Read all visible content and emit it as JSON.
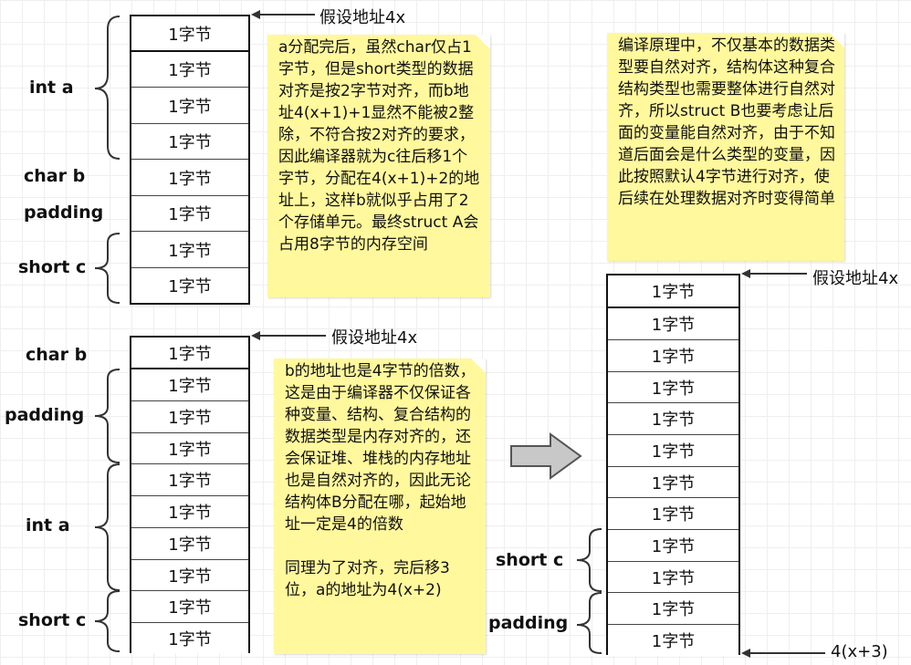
{
  "cell_label": "1字节",
  "struct_a": {
    "labels": [
      "int a",
      "char b",
      "padding",
      "short c"
    ],
    "address_note": "假设地址4x",
    "explanation": "a分配完后，虽然char仅占1字节，但是short类型的数据对齐是按2字节对齐，而b地址4(x+1)+1显然不能被2整除，不符合按2对齐的要求，因此编译器就为c往后移1个字节，分配在4(x+1)+2的地址上，这样b就似乎占用了2个存储单元。最终struct A会占用8字节的内存空间"
  },
  "struct_b": {
    "labels": [
      "char b",
      "padding",
      "int a",
      "short c"
    ],
    "address_note": "假设地址4x",
    "explanation_1": "b的地址也是4字节的倍数，这是由于编译器不仅保证各种变量、结构、复合结构的数据类型是内存对齐的，还会保证堆、堆栈的内存地址也是自然对齐的，因此无论结构体B分配在哪，起始地址一定是4的倍数",
    "explanation_2": "同理为了对齐，完后移3位，a的地址为4(x+2)"
  },
  "struct_b_padded": {
    "labels": [
      "short c",
      "padding"
    ],
    "address_note": "假设地址4x",
    "end_note": "4(x+3)",
    "explanation": "编译原理中，不仅基本的数据类型要自然对齐，结构体这种复合结构类型也需要整体进行自然对齐，所以struct B也要考虑让后面的变量能自然对齐，由于不知道后面会是什么类型的变量，因此按照默认4字节进行对齐，使后续在处理数据对齐时变得简单"
  },
  "arrow_icon": "right-arrow-icon"
}
